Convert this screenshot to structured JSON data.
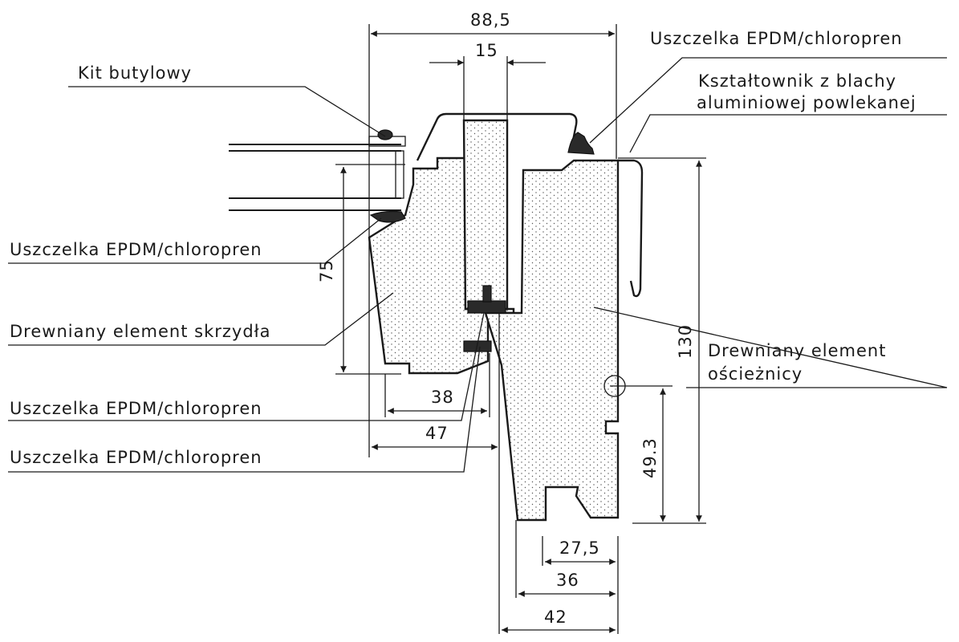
{
  "labels": {
    "kit_butylowy": "Kit butylowy",
    "uszczelka_top": "Uszczelka EPDM/chloropren",
    "ksztaltownik_1": "Kształtownik z blachy",
    "ksztaltownik_2": "aluminiowej powlekanej",
    "uszczelka_glass": "Uszczelka EPDM/chloropren",
    "drewniany_skrzydla": "Drewniany element skrzydła",
    "drewniany_osciez_1": "Drewniany element",
    "drewniany_osciez_2": "ościeżnicy",
    "uszczelka_mid": "Uszczelka EPDM/chloropren",
    "uszczelka_low": "Uszczelka EPDM/chloropren"
  },
  "dimensions": {
    "d_88_5": "88,5",
    "d_15": "15",
    "d_75": "75",
    "d_130": "130",
    "d_38": "38",
    "d_47": "47",
    "d_49_3": "49.3",
    "d_27_5": "27,5",
    "d_36": "36",
    "d_42": "42"
  }
}
